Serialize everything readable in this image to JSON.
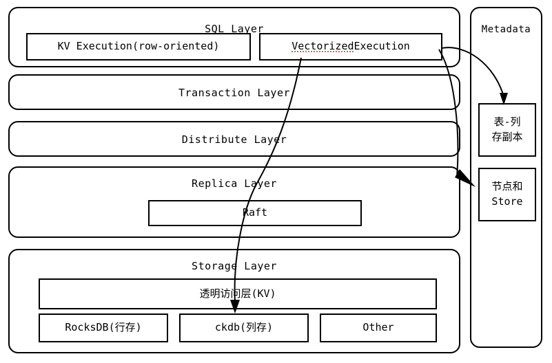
{
  "diagram": {
    "title": "Database architecture layers with metadata sidebar",
    "layers": [
      {
        "id": "sql",
        "title": "SQL Layer",
        "boxes": [
          {
            "id": "kv-execution",
            "label": "KV Execution(row-oriented)"
          },
          {
            "id": "vectorized-execution",
            "label": "Vectorized Execution",
            "misspelled_word": "Vectorized",
            "rest_word": " Execution"
          }
        ]
      },
      {
        "id": "transaction",
        "title": "Transaction Layer",
        "boxes": []
      },
      {
        "id": "distribute",
        "title": "Distribute Layer",
        "boxes": []
      },
      {
        "id": "replica",
        "title": "Replica Layer",
        "boxes": [
          {
            "id": "raft",
            "label": "Raft"
          }
        ]
      },
      {
        "id": "storage",
        "title": "Storage Layer",
        "boxes": [
          {
            "id": "transparent-access",
            "label": "透明访问层(KV)"
          },
          {
            "id": "rocksdb",
            "label": "RocksDB(行存)"
          },
          {
            "id": "ckdb",
            "label": "ckdb(列存)"
          },
          {
            "id": "other",
            "label": "Other"
          }
        ]
      }
    ],
    "metadata": {
      "title": "Metadata",
      "boxes": [
        {
          "id": "table-column-replica",
          "line1": "表-列",
          "line2": "存副本"
        },
        {
          "id": "node-and-store",
          "line1": "节点和",
          "line2": "Store"
        }
      ]
    },
    "arrows": [
      {
        "id": "vectorized-to-table-column-replica",
        "from": "vectorized-execution",
        "to": "table-column-replica"
      },
      {
        "id": "vectorized-to-node-and-store",
        "from": "vectorized-execution",
        "to": "node-and-store"
      },
      {
        "id": "vectorized-to-ckdb",
        "from": "vectorized-execution",
        "to": "ckdb"
      }
    ],
    "colors": {
      "stroke": "#000000",
      "background": "#ffffff",
      "spellcheck_underline": "#d42a2a"
    }
  }
}
